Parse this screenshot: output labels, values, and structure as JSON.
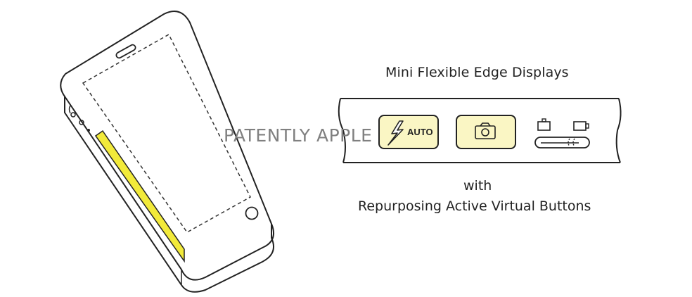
{
  "figure": {
    "title": "Mini Flexible Edge Displays",
    "subtitle_line1": "with",
    "subtitle_line2": "Repurposing Active Virtual Buttons",
    "watermark": "PATENTLY APPLE",
    "auto_button_label": "AUTO"
  },
  "icons": {
    "flash": "lightning-bolt-icon",
    "camera": "camera-icon",
    "battery_large": "battery-icon",
    "battery_small": "battery-small-icon",
    "slider": "slider-toggle-icon",
    "home_button": "home-button-icon"
  },
  "colors": {
    "edge_display": "#f2ea3a",
    "virtual_button_fill": "#faf6c4",
    "line": "#222222",
    "watermark": "#808080"
  }
}
